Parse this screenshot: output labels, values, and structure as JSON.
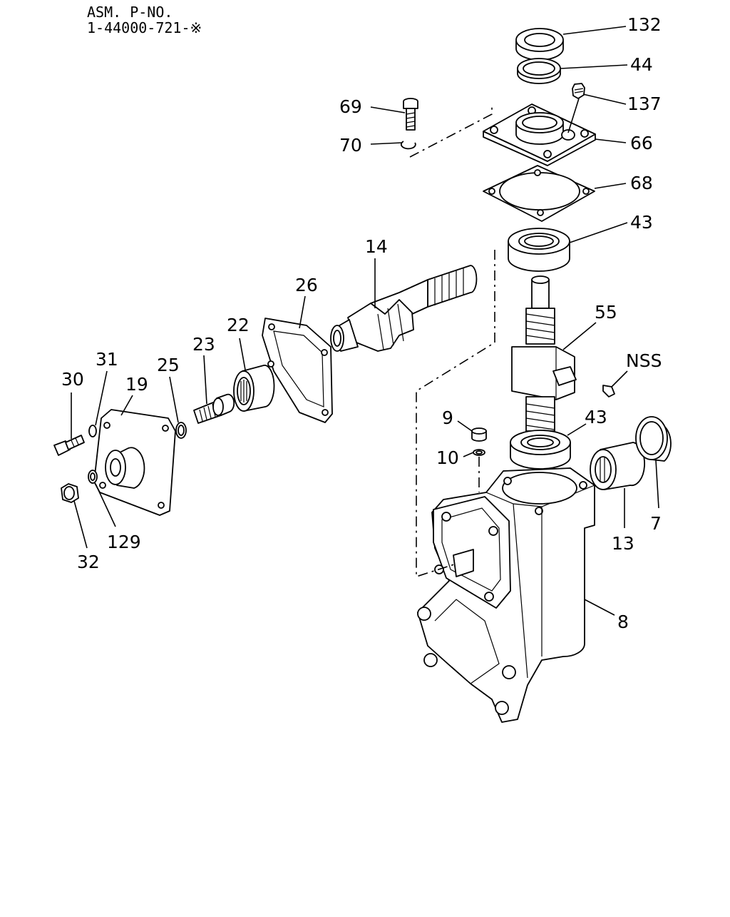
{
  "header": {
    "line1": "ASM. P-NO.",
    "line2": "1-44000-721-※"
  },
  "callouts": [
    {
      "id": "c132",
      "text": "132"
    },
    {
      "id": "c44",
      "text": "44"
    },
    {
      "id": "c137",
      "text": "137"
    },
    {
      "id": "c66",
      "text": "66"
    },
    {
      "id": "c68",
      "text": "68"
    },
    {
      "id": "c43a",
      "text": "43"
    },
    {
      "id": "c69",
      "text": "69"
    },
    {
      "id": "c70",
      "text": "70"
    },
    {
      "id": "c14",
      "text": "14"
    },
    {
      "id": "c26",
      "text": "26"
    },
    {
      "id": "c22",
      "text": "22"
    },
    {
      "id": "c23",
      "text": "23"
    },
    {
      "id": "c55",
      "text": "55"
    },
    {
      "id": "cNSS",
      "text": "NSS"
    },
    {
      "id": "c31",
      "text": "31"
    },
    {
      "id": "c30",
      "text": "30"
    },
    {
      "id": "c19",
      "text": "19"
    },
    {
      "id": "c25",
      "text": "25"
    },
    {
      "id": "c9",
      "text": "9"
    },
    {
      "id": "c43b",
      "text": "43"
    },
    {
      "id": "c10",
      "text": "10"
    },
    {
      "id": "c13",
      "text": "13"
    },
    {
      "id": "c7",
      "text": "7"
    },
    {
      "id": "c129",
      "text": "129"
    },
    {
      "id": "c32",
      "text": "32"
    },
    {
      "id": "c8",
      "text": "8"
    }
  ]
}
